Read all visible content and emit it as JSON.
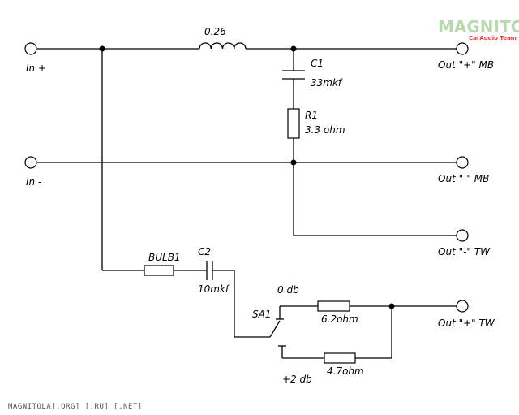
{
  "logo": {
    "text": "MAGNITOLA",
    "subtitle": "CarAudio Team",
    "text_color": "#b8d9b0",
    "accent": "#e23a3a"
  },
  "footer": {
    "text": "MAGNITOLA[.ORG] [.RU] [.NET]"
  },
  "terminals": {
    "in_plus": "In +",
    "in_minus": "In -",
    "out_plus_mb": "Out \"+\" MB",
    "out_minus_mb": "Out \"-\" MB",
    "out_minus_tw": "Out \"-\" TW",
    "out_plus_tw": "Out \"+\" TW"
  },
  "components": {
    "inductor": {
      "value": "0.26"
    },
    "c1": {
      "ref": "C1",
      "value": "33mkf"
    },
    "r1": {
      "ref": "R1",
      "value": "3.3 ohm"
    },
    "bulb": {
      "ref": "BULB1"
    },
    "c2": {
      "ref": "C2",
      "value": "10mkf"
    },
    "sa1": {
      "ref": "SA1"
    },
    "r_0db": {
      "value": "6.2ohm",
      "mode": "0 db"
    },
    "r_2db": {
      "value": "4.7ohm",
      "mode": "+2 db"
    }
  }
}
